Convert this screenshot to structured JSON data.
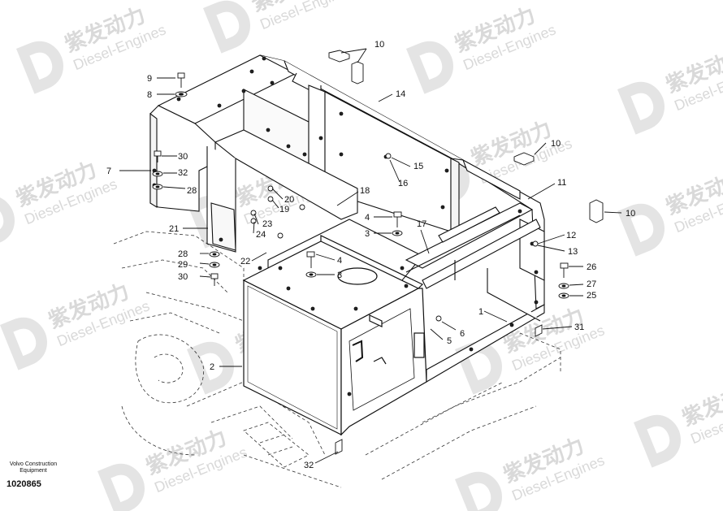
{
  "watermark": {
    "brand_cn": "紫发动力",
    "brand_en": "Diesel-Engines"
  },
  "callouts": [
    "9",
    "8",
    "10",
    "14",
    "7",
    "30",
    "32",
    "28",
    "21",
    "28",
    "29",
    "30",
    "22",
    "10",
    "15",
    "16",
    "20",
    "19",
    "23",
    "24",
    "18",
    "4",
    "3",
    "17",
    "11",
    "10",
    "12",
    "13",
    "4",
    "3",
    "26",
    "27",
    "25",
    "2",
    "1",
    "6",
    "5",
    "31",
    "32"
  ],
  "footer": {
    "maker_line1": "Volvo Construction",
    "maker_line2": "Equipment",
    "drawing_number": "1020865"
  }
}
